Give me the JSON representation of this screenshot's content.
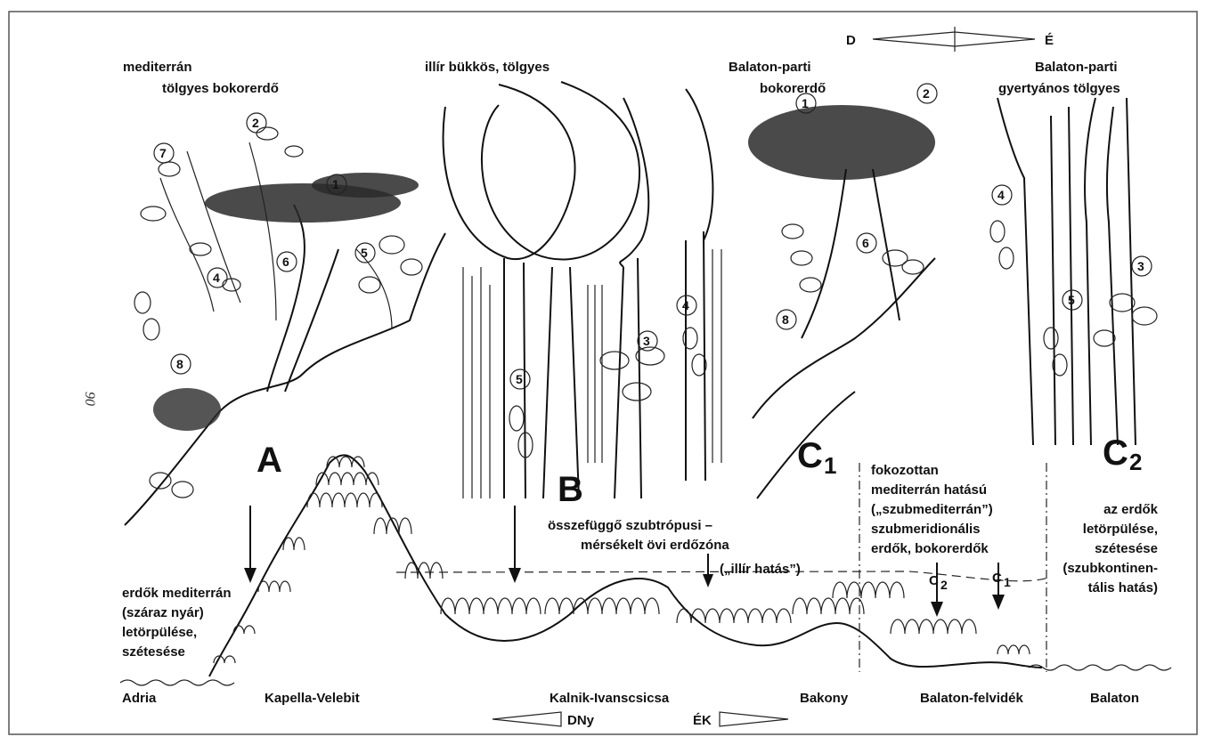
{
  "page_number": "90",
  "compass_top": {
    "left": "D",
    "right": "É"
  },
  "compass_bottom": {
    "left": "DNy",
    "right": "ÉK"
  },
  "panels": {
    "A": {
      "letter": "A",
      "title_line1": "mediterrán",
      "title_line2": "tölgyes bokorerdő"
    },
    "B": {
      "letter": "B",
      "title_line1": "illír bükkös, tölgyes"
    },
    "C1": {
      "letter": "C",
      "subscript": "1",
      "title_line1": "Balaton-parti",
      "title_line2": "bokorerdő"
    },
    "C2": {
      "letter": "C",
      "subscript": "2",
      "title_line1": "Balaton-parti",
      "title_line2": "gyertyános tölgyes"
    }
  },
  "plant_markers": {
    "A": [
      "1",
      "2",
      "4",
      "5",
      "6",
      "7",
      "8"
    ],
    "B": [
      "3",
      "4",
      "5"
    ],
    "C1": [
      "1",
      "2",
      "6",
      "8"
    ],
    "C2": [
      "3",
      "4",
      "5"
    ]
  },
  "profile_places": [
    "Adria",
    "Kapella-Velebit",
    "Kalnik-Ivanscsicsa",
    "Bakony",
    "Balaton-felvidék",
    "Balaton"
  ],
  "annotations": {
    "left": [
      "erdők mediterrán",
      "(száraz nyár)",
      "letörpülése,",
      "szétesése"
    ],
    "middle": [
      "összefüggő szubtrópusi –",
      "mérsékelt övi erdőzóna"
    ],
    "illir": "(„illír hatás”)",
    "submed": [
      "fokozottan",
      "mediterrán hatású",
      "(„szubmediterrán”)",
      "szubmeridionális",
      "erdők, bokorerdők"
    ],
    "right": [
      "az erdők",
      "letörpülése,",
      "szétesése",
      "(szubkontinen-",
      "tális hatás)"
    ]
  },
  "profile_arrows": {
    "c2": {
      "letter": "C",
      "subscript": "2"
    },
    "c1": {
      "letter": "C",
      "subscript": "1"
    }
  }
}
